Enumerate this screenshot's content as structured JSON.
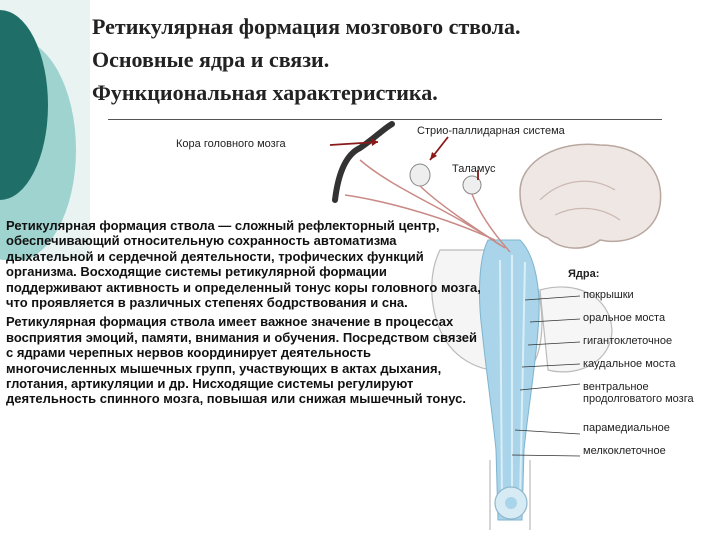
{
  "title": {
    "line1": "Ретикулярная формация мозгового ствола.",
    "line2": "Основные ядра и связи.",
    "line3": "Функциональная характеристика."
  },
  "labels": {
    "cortex": "Кора головного мозга",
    "striopallidal": "Стрио-паллидарная система",
    "thalamus": "Таламус"
  },
  "nuclei": {
    "heading": "Ядра:",
    "items": [
      "покрышки",
      "оральное моста",
      "гигантоклеточное",
      "каудальное моста",
      "вентральное продолговатого мозга",
      "парамедиальное",
      "мелкоклеточное"
    ]
  },
  "body_text": {
    "p1": "Ретикулярная формация ствола — сложный рефлекторный центр, обеспечивающий относительную сохранность автоматизма дыхательной и сердечной деятельности, трофических функций организма. Восходящие системы ретикулярной формации поддерживают активность и определенный тонус коры головного мозга, что проявляется в различных степенях бодрствования и сна.",
    "p2": "Ретикулярная формация ствола имеет важное значение в процессах восприятия эмоций, памяти, внимания и обучения. Посредством связей с ядрами черепных нервов координирует деятельность многочисленных мышечных групп, участвующих в актах дыхания, глотания, артикуляции и др. Нисходящие системы регулируют деятельность спинного мозга, повышая или снижая мышечный тонус."
  },
  "colors": {
    "deco_dark": "#1f6e68",
    "deco_light": "#9fd3cf",
    "brainstem_blue": "#a9d4ea",
    "fiber_red": "#c98a86",
    "arrow_red": "#8b1a1a"
  }
}
